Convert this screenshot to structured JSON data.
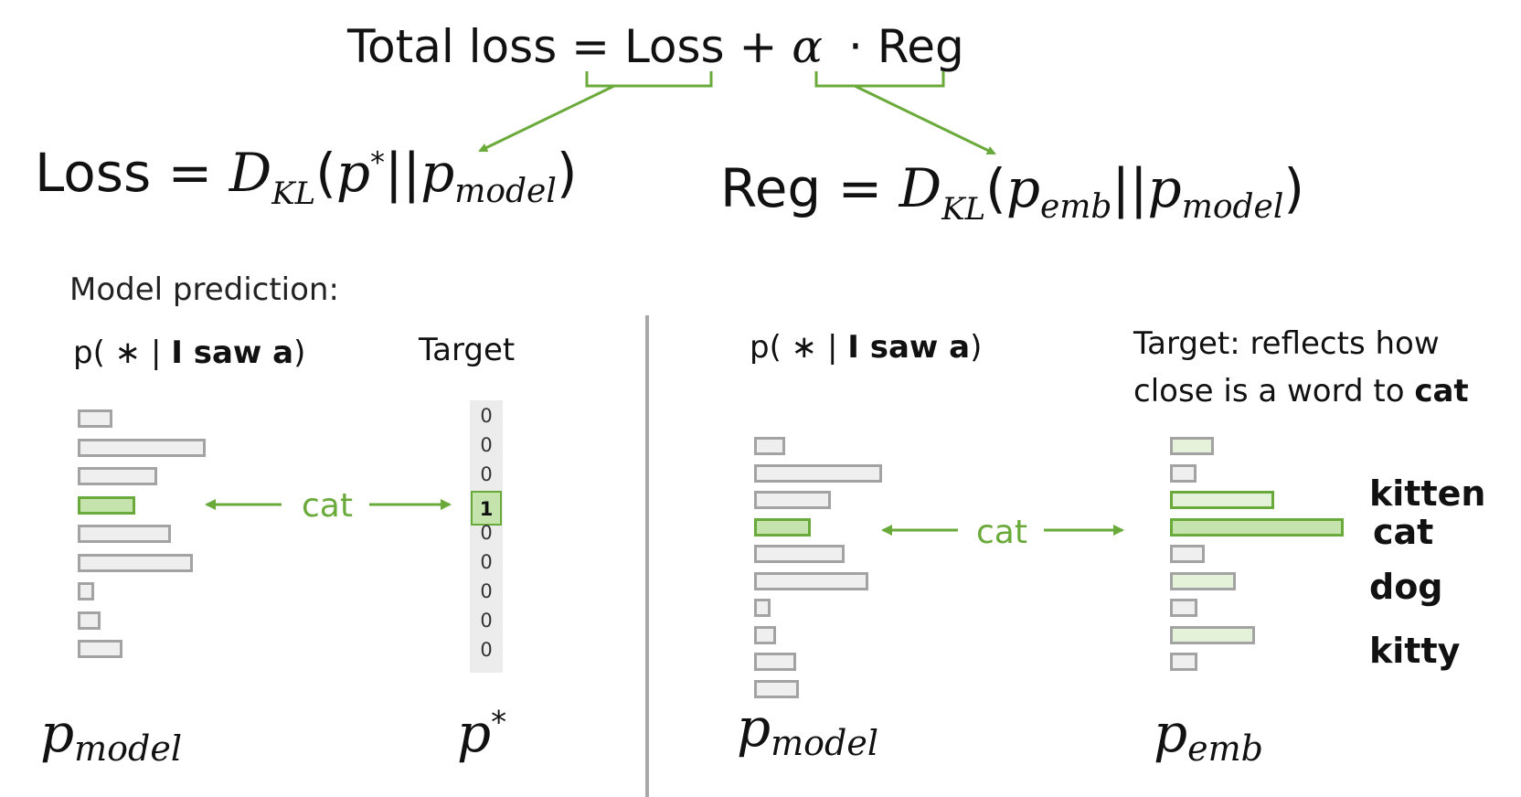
{
  "formulas": {
    "total": {
      "prefix": "Total loss = ",
      "loss_word": "Loss",
      "plus": " + ",
      "alpha": "α",
      "dot": " · ",
      "reg_word": "Reg"
    },
    "loss_eq": {
      "lhs": "Loss = ",
      "D": "D",
      "D_sub": "KL",
      "open": "(",
      "p1": "p",
      "p1_sup": "*",
      "sep": "||",
      "p2": "p",
      "p2_sub": "model",
      "close": ")"
    },
    "reg_eq": {
      "lhs": "Reg = ",
      "D": "D",
      "D_sub": "KL",
      "open": "(",
      "p1": "p",
      "p1_sub": "emb",
      "sep": "||",
      "p2": "p",
      "p2_sub": "model",
      "close": ")"
    }
  },
  "left": {
    "heading": "Model prediction:",
    "pred_label": {
      "open": "p( ",
      "star": "∗",
      "bar": " | ",
      "context": "I saw a",
      "close": ")"
    },
    "target_label": "Target",
    "model_bars": [
      0.27,
      1.0,
      0.62,
      0.45,
      0.73,
      0.9,
      0.13,
      0.18,
      0.35
    ],
    "highlight_index": 3,
    "target_values": [
      "0",
      "0",
      "0",
      "1",
      "0",
      "0",
      "0",
      "0",
      "0"
    ],
    "arrow_word": "cat",
    "bottom_left": {
      "p": "p",
      "sub": "model"
    },
    "bottom_right": {
      "p": "p",
      "sup": "*"
    }
  },
  "right": {
    "pred_label": {
      "open": "p( ",
      "star": "∗",
      "bar": " | ",
      "context": "I saw a",
      "close": ")"
    },
    "target_line1": "Target: reflects how",
    "target_line2_prefix": "close is a word to ",
    "target_line2_bold": "cat",
    "model_bars": [
      0.24,
      1.0,
      0.6,
      0.44,
      0.71,
      0.89,
      0.12,
      0.17,
      0.33,
      0.35
    ],
    "highlight_index": 3,
    "emb_bars": [
      0.25,
      0.15,
      0.6,
      1.0,
      0.2,
      0.38,
      0.16,
      0.49,
      0.16
    ],
    "emb_styles": [
      "lg",
      "gray",
      "hl-light",
      "hl",
      "gray",
      "lg",
      "gray",
      "lg",
      "gray"
    ],
    "arrow_word": "cat",
    "words": [
      "kitten",
      "cat",
      "dog",
      "kitty"
    ],
    "bottom_left": {
      "p": "p",
      "sub": "model"
    },
    "bottom_right": {
      "p": "p",
      "sub": "emb"
    }
  },
  "colors": {
    "green": "#6aaa3a",
    "bar_border": "#a3a3a3",
    "bar_fill": "#efefef",
    "divider": "#a8a8a8"
  }
}
